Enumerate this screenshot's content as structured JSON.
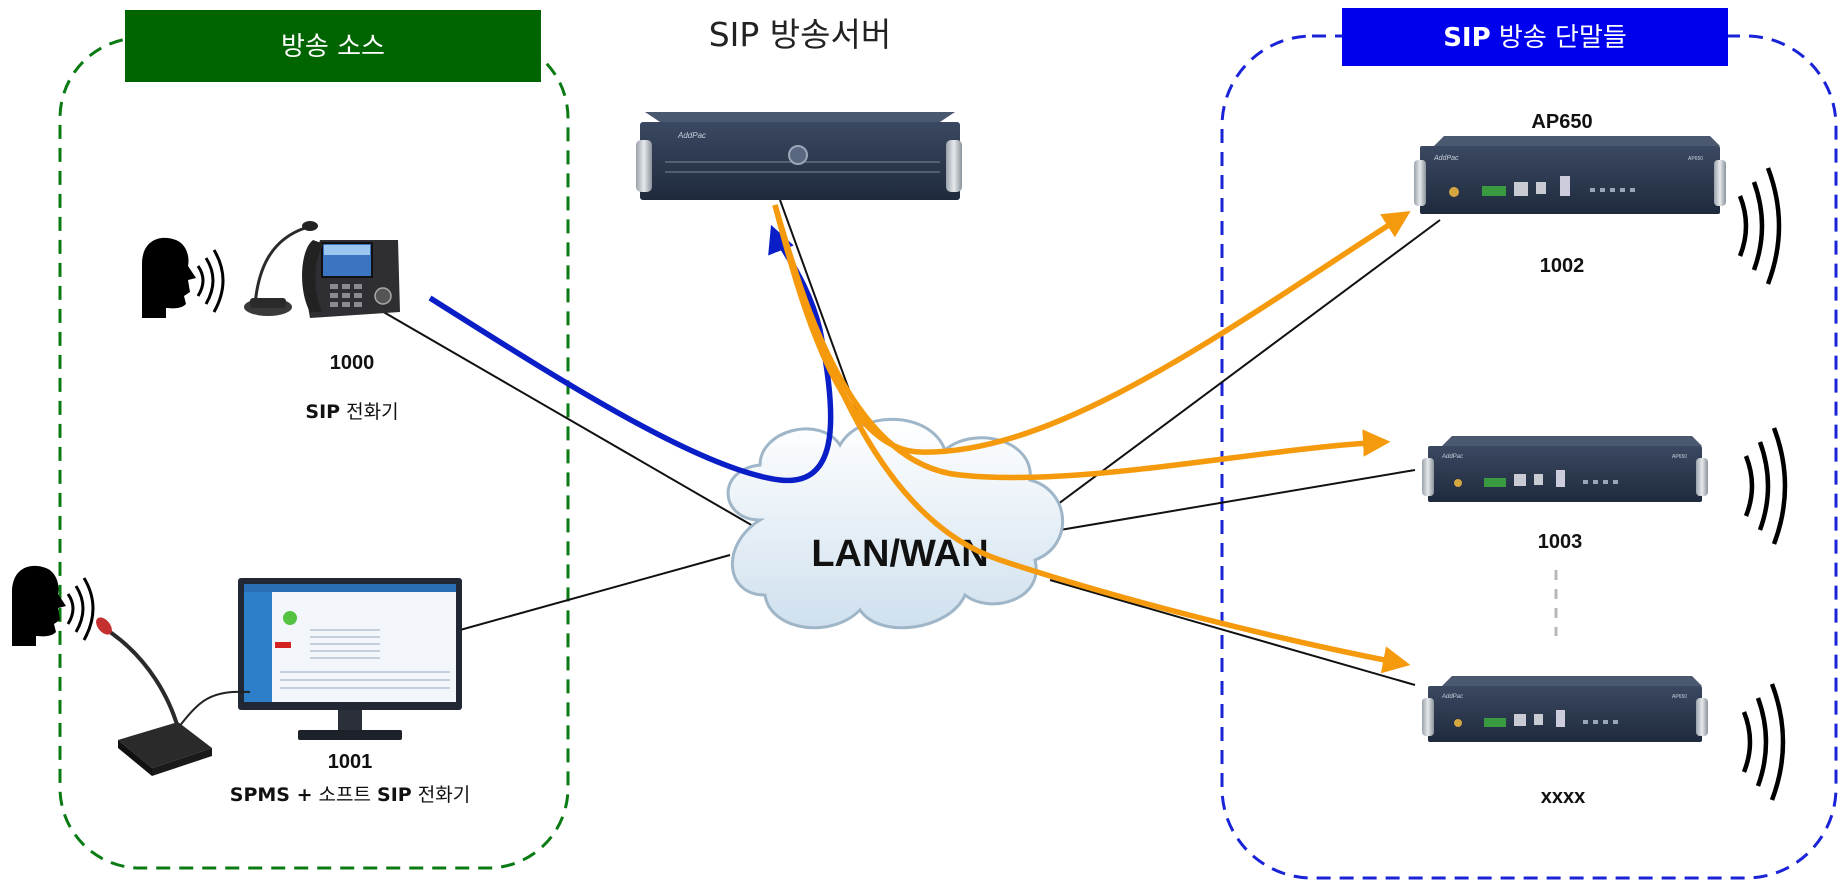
{
  "header": {
    "source_group_title": "방송 소스",
    "server_title": "SIP 방송서버",
    "terminal_group_title_prefix": "SIP",
    "terminal_group_title_rest": " 방송 단말들"
  },
  "network": {
    "label": "LAN/WAN"
  },
  "sources": [
    {
      "number": "1000",
      "desc_bold": "SIP",
      "desc_rest": " 전화기"
    },
    {
      "number": "1001",
      "desc_bold": "SPMS +",
      "desc_mid": "  소프트 ",
      "desc_bold2": "SIP",
      "desc_rest": " 전화기"
    }
  ],
  "terminals": [
    {
      "model": "AP650",
      "number": "1002"
    },
    {
      "number": "1003"
    },
    {
      "number": "xxxx"
    }
  ],
  "device_text": {
    "brand": "AddPac",
    "model_small": "AP650"
  },
  "colors": {
    "source_green": "#006400",
    "terminal_blue": "#0000ee",
    "signal_blue": "#0a1ec8",
    "stream_orange": "#f59a0c",
    "device_navy": "#2e3b52"
  }
}
